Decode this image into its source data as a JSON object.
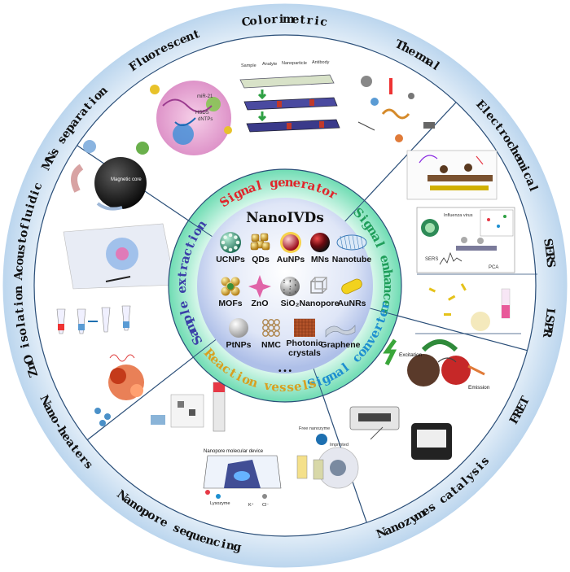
{
  "center": {
    "title": "NanoIVDs",
    "ellipsis": "• • •",
    "materials": [
      {
        "label": "UCNPs",
        "icon": "ucnp-sphere-icon",
        "color": "#2e8b6e"
      },
      {
        "label": "QDs",
        "icon": "quantum-dot-cluster-icon",
        "color": "#d9a53a"
      },
      {
        "label": "AuNPs",
        "icon": "gold-nanoparticle-icon",
        "color": "#c8102e"
      },
      {
        "label": "MNs",
        "icon": "magnetic-nanoparticle-icon",
        "color": "#b01020"
      },
      {
        "label": "Nanotube",
        "icon": "nanotube-icon",
        "color": "#3a7ab8"
      },
      {
        "label": "MOFs",
        "icon": "mof-lattice-icon",
        "color": "#c99a2e"
      },
      {
        "label": "ZnO",
        "icon": "zno-star-icon",
        "color": "#e064a8"
      },
      {
        "label": "SiO₂",
        "icon": "silica-sphere-icon",
        "color": "#8a8a8a"
      },
      {
        "label": "Nanopore",
        "icon": "nanopore-cube-icon",
        "color": "#9a9a9a"
      },
      {
        "label": "AuNRs",
        "icon": "gold-nanorod-icon",
        "color": "#e5c21a"
      },
      {
        "label": "PtNPs",
        "icon": "platinum-nanoparticle-icon",
        "color": "#c8c8c8"
      },
      {
        "label": "NMC",
        "icon": "nmc-framework-icon",
        "color": "#c4a070"
      },
      {
        "label": "Photonic crystals",
        "icon": "photonic-crystal-icon",
        "color": "#b5542a"
      },
      {
        "label": "Graphene",
        "icon": "graphene-sheet-icon",
        "color": "#b0b8c4"
      }
    ]
  },
  "inner_ring": {
    "segments": [
      {
        "label": "Signal generator",
        "color": "#e0262b"
      },
      {
        "label": "Signal enhancer",
        "color": "#1f9e5a"
      },
      {
        "label": "Signal converter",
        "color": "#1d8fd0"
      },
      {
        "label": "Reaction vessels",
        "color": "#d8a021"
      },
      {
        "label": "Sample extraction",
        "color": "#3b3fa8"
      }
    ]
  },
  "outer_ring": {
    "labels": [
      "Colorimetric",
      "Thermal",
      "Electrochemical",
      "SERS",
      "LSPR",
      "FRET",
      "Nanozymes catalysis",
      "Nanopore sequencing",
      "Nano-heaters",
      "ZnO isolation",
      "Acoustofluidic",
      "MNs separation",
      "Fluorescent"
    ]
  },
  "illustrations": {
    "fluorescent_text": [
      "miR-21",
      "HSDS",
      "dNTPs"
    ],
    "colorimetric_text": [
      "Sample",
      "Analyte",
      "Nanoparticle",
      "Antibody"
    ],
    "magnetic_core_text": "Magnetic core",
    "sers_text": [
      "Influenza virus",
      "SERS",
      "PCA"
    ],
    "fret_text": [
      "Excitation",
      "Emission"
    ],
    "nanozyme_text": [
      "Free nanozyme",
      "Imprinted"
    ],
    "nanopore_text": [
      "Nanopore molecular device",
      "Lysozyme",
      "K⁺",
      "Cl⁻"
    ]
  },
  "colors": {
    "outer_ring_fill": "#cfe3f3",
    "divider": "#2a4e78",
    "inner_ring_fill": "#7fe3be",
    "center_fill": "#cfd9f3",
    "center_title": "#111111"
  }
}
